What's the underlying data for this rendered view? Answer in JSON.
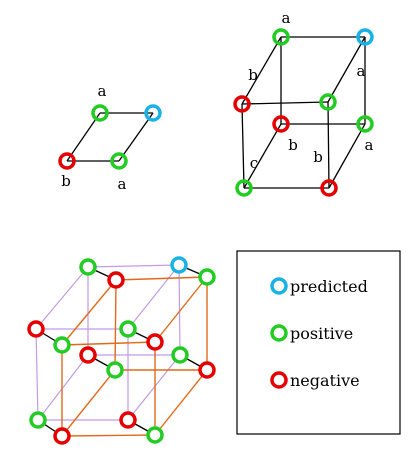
{
  "colors": {
    "predicted": "#1ab2e6",
    "positive": "#22cc22",
    "negative": "#e60000",
    "edge_black": "#000000",
    "edge_orange": "#e06a1a",
    "edge_violet": "#c49ae6",
    "background": "#ffffff"
  },
  "labels": {
    "a": "a",
    "b": "b",
    "c": "c"
  },
  "legend": {
    "items": [
      {
        "id": "predicted",
        "label": "predicted"
      },
      {
        "id": "positive",
        "label": "positive"
      },
      {
        "id": "negative",
        "label": "negative"
      }
    ]
  }
}
